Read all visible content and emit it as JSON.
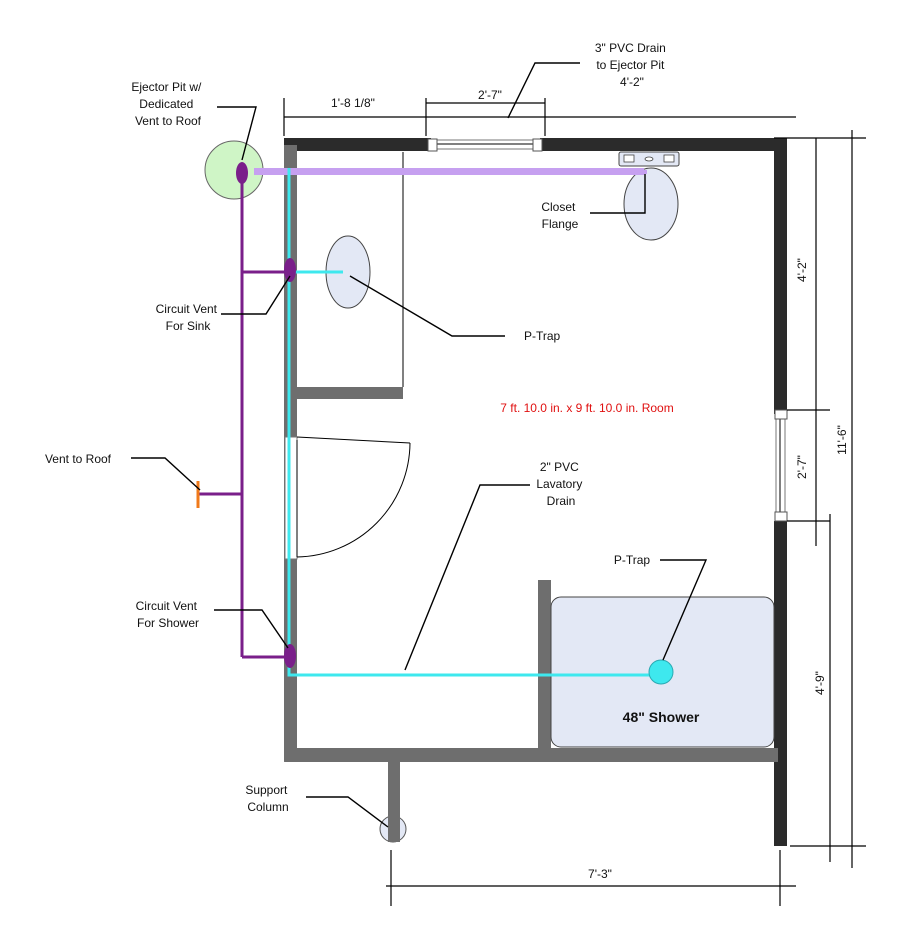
{
  "labels": {
    "ejector_pit": [
      "Ejector Pit w/",
      "Dedicated",
      "Vent to Roof"
    ],
    "pvc_drain_3": [
      "3\" PVC Drain",
      "to Ejector Pit",
      "4'-2\""
    ],
    "closet_flange": [
      "Closet",
      "Flange"
    ],
    "circuit_vent_sink": [
      "Circuit Vent",
      "For Sink"
    ],
    "p_trap_sink": "P-Trap",
    "room_size": "7 ft. 10.0 in. x 9 ft. 10.0 in.  Room",
    "vent_to_roof": "Vent to Roof",
    "lavatory_drain": [
      "2\" PVC",
      "Lavatory",
      "Drain"
    ],
    "p_trap_shower": "P-Trap",
    "circuit_vent_shower": [
      "Circuit Vent",
      "For Shower"
    ],
    "shower": "48\" Shower",
    "support_column": [
      "Support",
      "Column"
    ]
  },
  "dimensions": {
    "top_left": "1'-8 1/8\"",
    "top_door": "2'-7\"",
    "right_upper": "4'-2\"",
    "right_overall": "11'-6\"",
    "right_window": "2'-7\"",
    "right_lower": "4'-9\"",
    "bottom": "7'-3\""
  },
  "colors": {
    "wall_dark": "#2b2b2b",
    "wall_gray": "#6e6e6e",
    "vent_purple": "#7a1f8a",
    "drain_lavender": "#c6a0f0",
    "drain_cyan": "#3ee8ee",
    "ejector_green": "#cff5c6",
    "fixture_blue": "#e3e8f5",
    "roof_vent_orange": "#f07a1a",
    "room_text_red": "#e01010"
  }
}
